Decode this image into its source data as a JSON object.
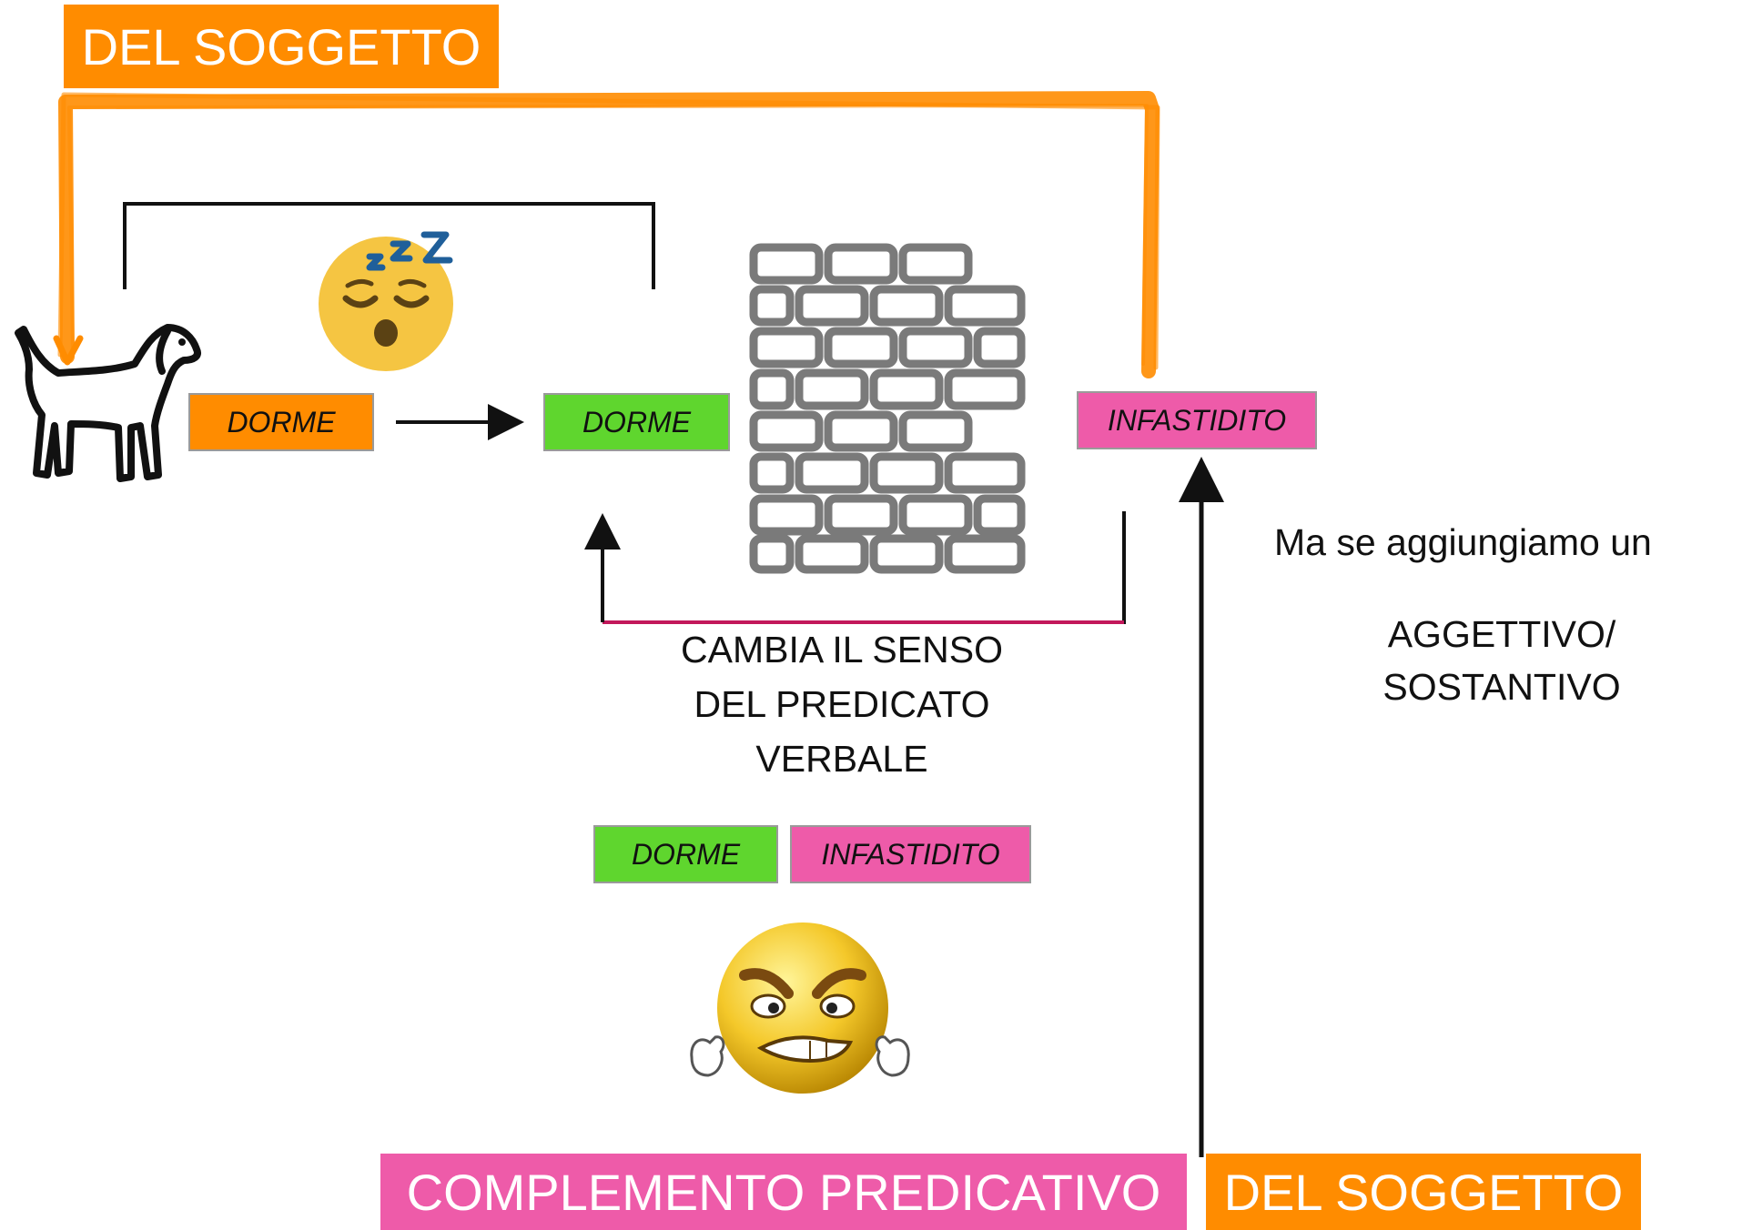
{
  "colors": {
    "orange": "#ff8c00",
    "green": "#5fd62e",
    "pink": "#ee5ba9",
    "line_pink": "#c2185b",
    "brick": "#7a7a7a",
    "emoji_yellow": "#f5c542"
  },
  "banners": {
    "top_subject": "DEL SOGGETTO",
    "bottom_complement": "COMPLEMENTO PREDICATIVO",
    "bottom_subject": "DEL SOGGETTO"
  },
  "tags": {
    "dorme_orange": "DORME",
    "dorme_green": "DORME",
    "infastidito_top": "INFASTIDITO",
    "dorme_bottom": "DORME",
    "infastidito_bottom": "INFASTIDITO"
  },
  "captions": {
    "change_sense": [
      "CAMBIA IL SENSO",
      "DEL PREDICATO",
      "VERBALE"
    ],
    "side_question": "Ma se aggiungiamo un",
    "side_options": [
      "AGGETTIVO/",
      "SOSTANTIVO"
    ]
  },
  "icons": {
    "dog": "dog-icon",
    "sleeping_face": "sleeping-face-icon",
    "brick_wall": "brick-wall-icon",
    "angry_face": "angry-face-icon"
  }
}
